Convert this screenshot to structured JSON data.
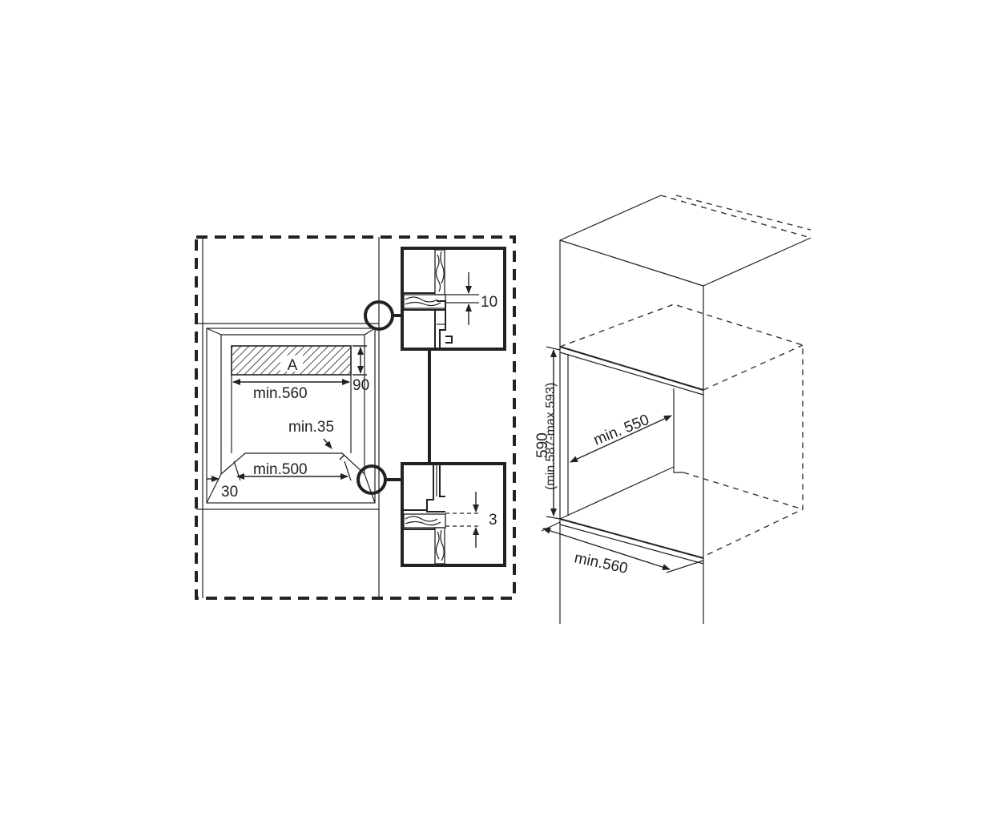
{
  "front_view": {
    "zone_label": "A",
    "dim_height": "90",
    "dim_top_width": "min.560",
    "dim_gap": "min.35",
    "dim_bottom_width": "min.500",
    "dim_side": "30"
  },
  "details": {
    "top_gap": "10",
    "bottom_gap": "3"
  },
  "perspective_view": {
    "height": "590",
    "height_range": "(min.587-max.593)",
    "depth": "min. 550",
    "width": "min.560"
  }
}
